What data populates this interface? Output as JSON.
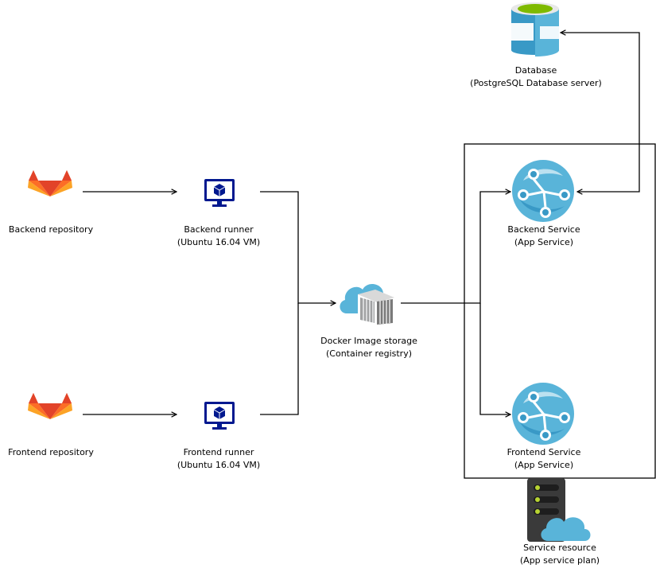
{
  "nodes": {
    "backend_repo": {
      "line1": "Backend repository",
      "line2": "",
      "icon": "gitlab-icon"
    },
    "frontend_repo": {
      "line1": "Frontend repository",
      "line2": "",
      "icon": "gitlab-icon"
    },
    "backend_runner": {
      "line1": "Backend runner",
      "line2": "(Ubuntu 16.04 VM)",
      "icon": "virtual-machine-icon"
    },
    "frontend_runner": {
      "line1": "Frontend runner",
      "line2": "(Ubuntu 16.04 VM)",
      "icon": "virtual-machine-icon"
    },
    "registry": {
      "line1": "Docker Image storage",
      "line2": "(Container registry)",
      "icon": "container-registry-icon"
    },
    "database": {
      "line1": "Database",
      "line2": "(PostgreSQL Database server)",
      "icon": "database-icon"
    },
    "backend_service": {
      "line1": "Backend Service",
      "line2": "(App Service)",
      "icon": "app-service-icon"
    },
    "frontend_service": {
      "line1": "Frontend Service",
      "line2": "(App Service)",
      "icon": "app-service-icon"
    },
    "service_plan": {
      "line1": "Service resource",
      "line2": "(App service plan)",
      "icon": "app-service-plan-icon"
    }
  },
  "colors": {
    "gitlab_dark": "#e24329",
    "gitlab_mid": "#fc6d26",
    "gitlab_light": "#fca326",
    "vm_blue": "#00188f",
    "azure_light": "#59b4d9",
    "azure_dark": "#3999c6",
    "db_green": "#7fba00",
    "server_dark": "#3a3a3a",
    "line": "#000000"
  }
}
